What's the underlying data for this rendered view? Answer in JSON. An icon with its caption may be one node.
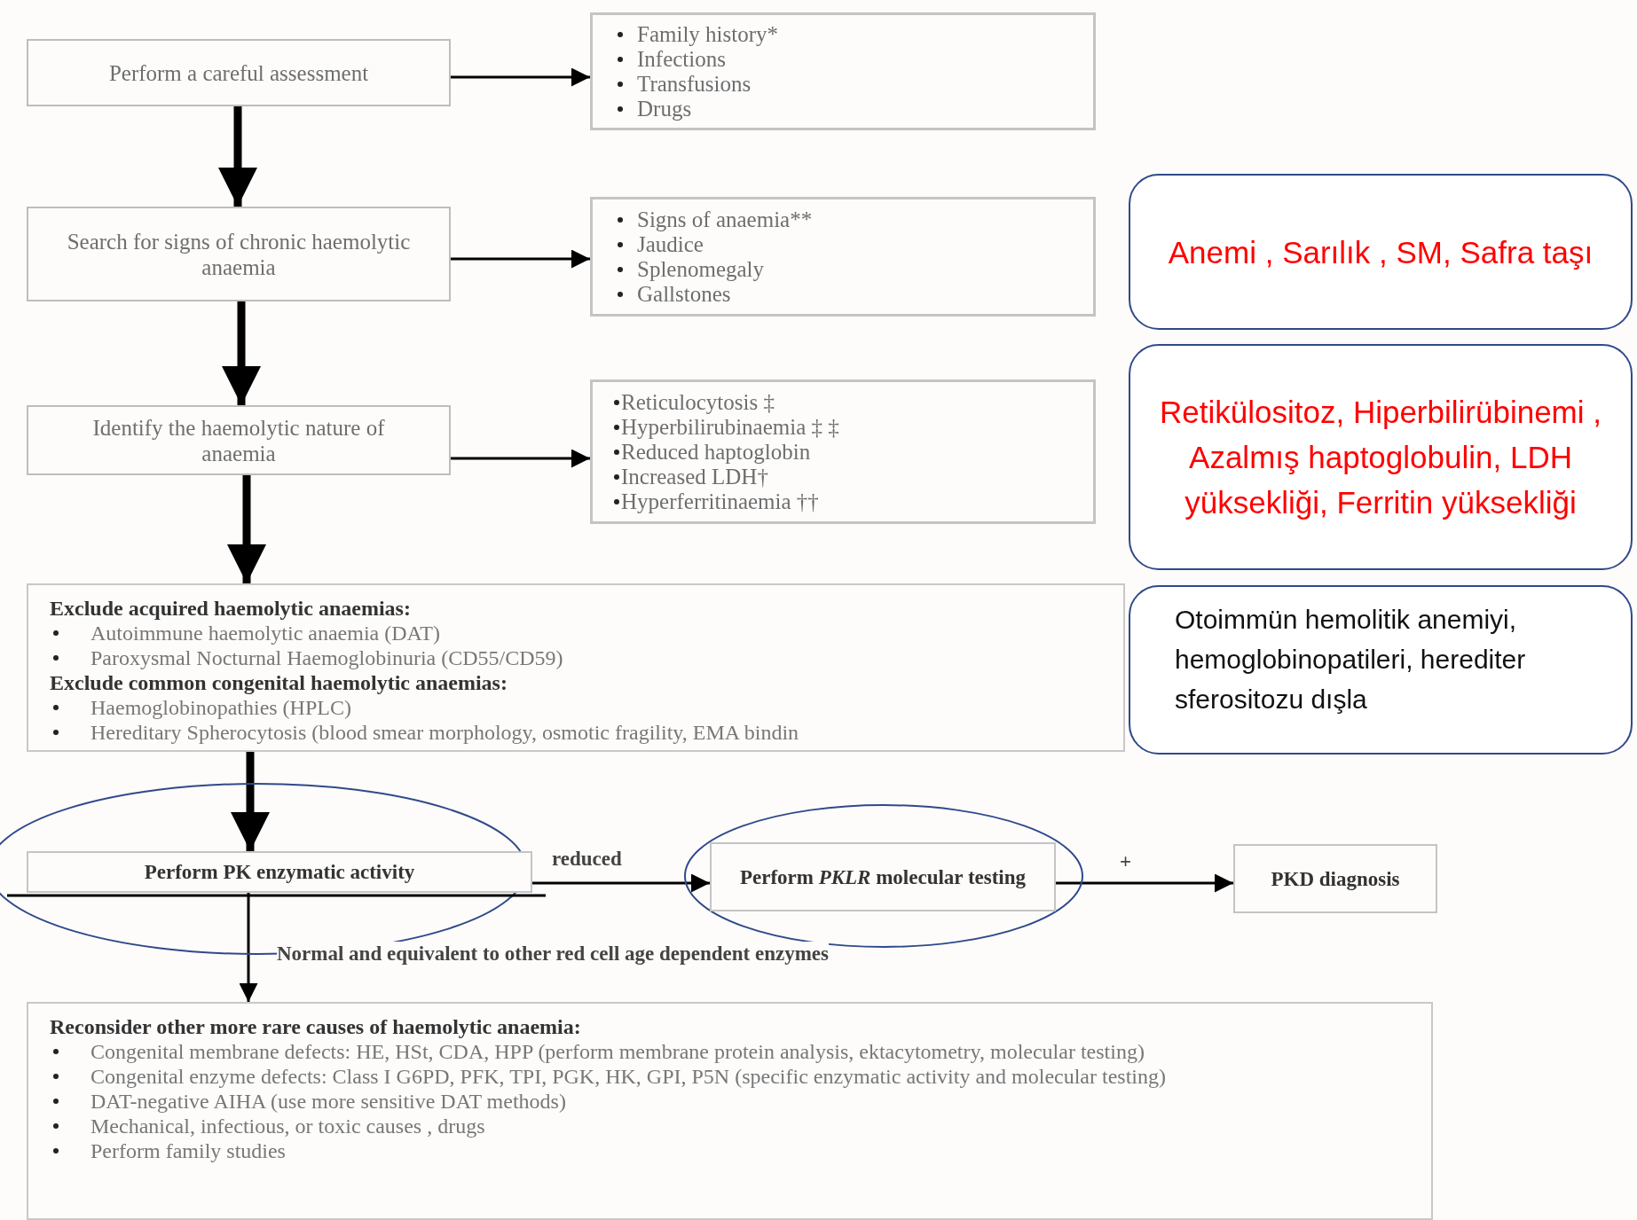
{
  "diagram": {
    "nodes": [
      {
        "text": [
          "Perform a careful assessment"
        ]
      },
      {
        "text": [
          "Family history*",
          "Infections",
          "Transfusions",
          "Drugs"
        ]
      },
      {
        "text": [
          "Search for signs of chronic haemolytic anaemia"
        ]
      },
      {
        "text": [
          "Signs of anaemia**",
          "Jaudice",
          "Splenomegaly",
          "Gallstones"
        ]
      },
      {
        "text": [
          "Anemi , Sarılık , SM, Safra taşı"
        ]
      },
      {
        "text": [
          "Identify the haemolytic nature of anaemia"
        ]
      },
      {
        "text": [
          "Reticulocytosis ‡",
          "Hyperbilirubinaemia ‡ ‡",
          "Reduced haptoglobin",
          "Increased LDH†",
          "Hyperferritinaemia ††"
        ]
      },
      {
        "text": [
          "Retikülositoz, Hiperbilirübinemi , Azalmış haptoglobulin, LDH yüksekliği, Ferritin yüksekliği"
        ]
      },
      {
        "text": [
          "Exclude acquired haemolytic anaemias:",
          "Autoimmune haemolytic anaemia (DAT)",
          "Paroxysmal  Nocturnal Haemoglobinuria (CD55/CD59)",
          "Exclude common congenital haemolytic anaemias:",
          "Haemoglobinopathies (HPLC)",
          "Hereditary Spherocytosis (blood smear morphology, osmotic fragility, EMA bindin"
        ]
      },
      {
        "text": [
          "Otoimmün hemolitik anemiyi, hemoglobinopatileri, herediter sferositozu dışla"
        ]
      },
      {
        "text": [
          "Perform PK enzymatic activity"
        ]
      },
      {
        "text": [
          "Perform *PKLR* molecular testing"
        ]
      },
      {
        "text": [
          "PKD diagnosis"
        ]
      },
      {
        "text": [
          "Reconsider other more rare causes of haemolytic anaemia:",
          "Congenital membrane defects: HE, HSt, CDA, HPP (perform membrane protein analysis, ektacytometry, molecular testing)",
          "Congenital enzyme defects: Class I G6PD, PFK, TPI, PGK, HK, GPI, P5N (specific enzymatic activity and molecular testing)",
          "DAT-negative AIHA (use more sensitive DAT methods)",
          "Mechanical, infectious, or toxic causes , drugs",
          "Perform family studies"
        ]
      }
    ],
    "edges": [
      {
        "from": 0,
        "to": 1,
        "arrow": "to"
      },
      {
        "from": 0,
        "to": 2,
        "arrow": "to",
        "style": "thick"
      },
      {
        "from": 2,
        "to": 3,
        "arrow": "to"
      },
      {
        "from": 2,
        "to": 5,
        "arrow": "to",
        "style": "thick"
      },
      {
        "from": 5,
        "to": 6,
        "arrow": "to"
      },
      {
        "from": 5,
        "to": 8,
        "arrow": "to",
        "style": "thick"
      },
      {
        "from": 8,
        "to": 10,
        "arrow": "to",
        "style": "thick"
      },
      {
        "from": 10,
        "to": 11,
        "arrow": "to",
        "label": "reduced"
      },
      {
        "from": 11,
        "to": 12,
        "arrow": "to",
        "label": "+"
      },
      {
        "from": 10,
        "to": 13,
        "arrow": "to",
        "label": "Normal and equivalent to other red cell age dependent enzymes"
      }
    ]
  }
}
